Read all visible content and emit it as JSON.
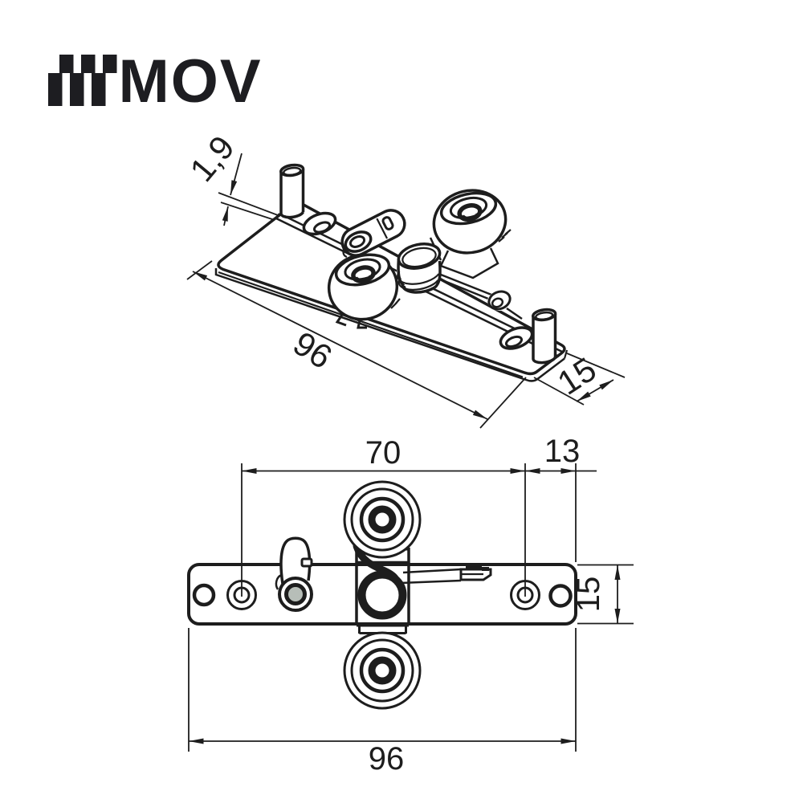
{
  "colors": {
    "background": "#ffffff",
    "line": "#1d1d1d",
    "logo": "#1d1d21",
    "bushing_fill": "#b7beb8"
  },
  "logo": {
    "text": "MOV",
    "icon": "checkered-flag-icon"
  },
  "views": {
    "isometric": {
      "dims": {
        "thickness": "1,9",
        "length": "96",
        "width": "15"
      }
    },
    "front": {
      "dims": {
        "roller_spacing": "70",
        "hole_to_edge": "13",
        "plate_height": "15",
        "plate_length": "96"
      }
    }
  }
}
